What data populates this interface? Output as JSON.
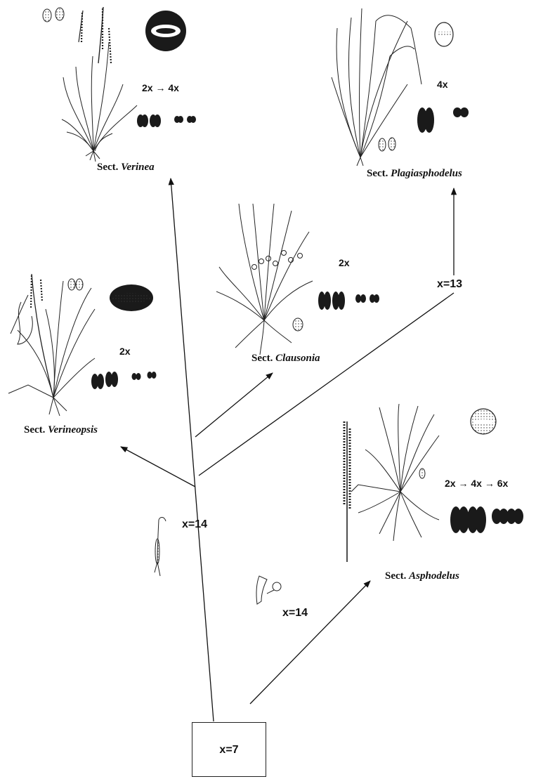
{
  "root": {
    "label": "x=7"
  },
  "branches": {
    "main_stem": {
      "label": "x=14"
    },
    "asphodelus_stem": {
      "label": "x=14"
    },
    "plagiasphodelus_stem": {
      "label": "x=13"
    }
  },
  "sections": {
    "verinea": {
      "prefix": "Sect.",
      "name": "Verinea",
      "ploidy": "2x → 4x"
    },
    "plagiasphodelus": {
      "prefix": "Sect.",
      "name": "Plagiasphodelus",
      "ploidy": "4x"
    },
    "clausonia": {
      "prefix": "Sect.",
      "name": "Clausonia",
      "ploidy": "2x"
    },
    "verineopsis": {
      "prefix": "Sect.",
      "name": "Verineopsis",
      "ploidy": "2x"
    },
    "asphodelus": {
      "prefix": "Sect.",
      "name": "Asphodelus",
      "ploidy": "2x → 4x → 6x"
    }
  }
}
